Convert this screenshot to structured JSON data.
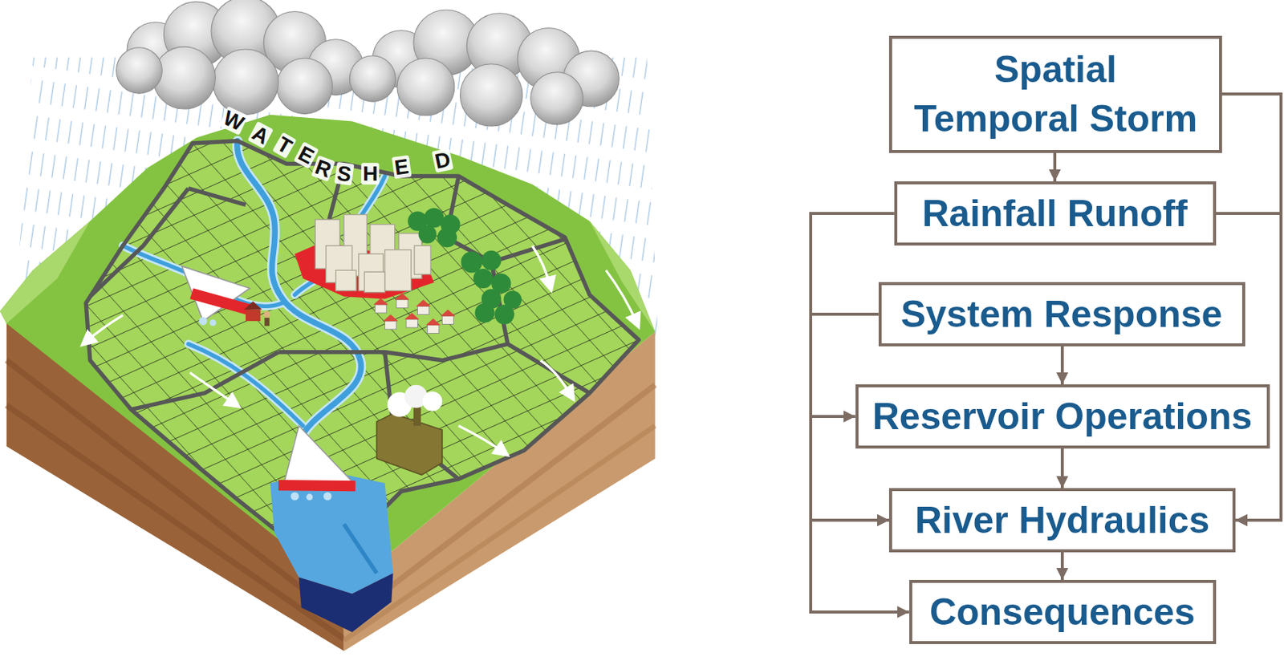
{
  "diagram": {
    "nodes": [
      {
        "text": [
          "Spatial Temporal Storm"
        ]
      },
      {
        "text": [
          "Rainfall Runoff"
        ]
      },
      {
        "text": [
          "System Response"
        ]
      },
      {
        "text": [
          "Reservoir Operations"
        ]
      },
      {
        "text": [
          "River Hydraulics"
        ]
      },
      {
        "text": [
          "Consequences"
        ]
      }
    ],
    "edges": [
      {
        "from": 0,
        "to": 1,
        "arrow": "to"
      },
      {
        "from": 0,
        "to": 4,
        "arrow": "to"
      },
      {
        "from": 1,
        "to": 4,
        "arrow": "to"
      },
      {
        "from": 1,
        "to": 3,
        "arrow": "to"
      },
      {
        "from": 1,
        "to": 4,
        "arrow": "to"
      },
      {
        "from": 1,
        "to": 5,
        "arrow": "to"
      },
      {
        "from": 2,
        "to": 3,
        "arrow": "to"
      },
      {
        "from": 2,
        "to": 4,
        "arrow": "to"
      },
      {
        "from": 2,
        "to": 5,
        "arrow": "to"
      },
      {
        "from": 2,
        "to": 3,
        "arrow": "to"
      },
      {
        "from": 3,
        "to": 4,
        "arrow": "to"
      },
      {
        "from": 4,
        "to": 5,
        "arrow": "to"
      }
    ],
    "labels": [
      "WATERSHED"
    ]
  }
}
